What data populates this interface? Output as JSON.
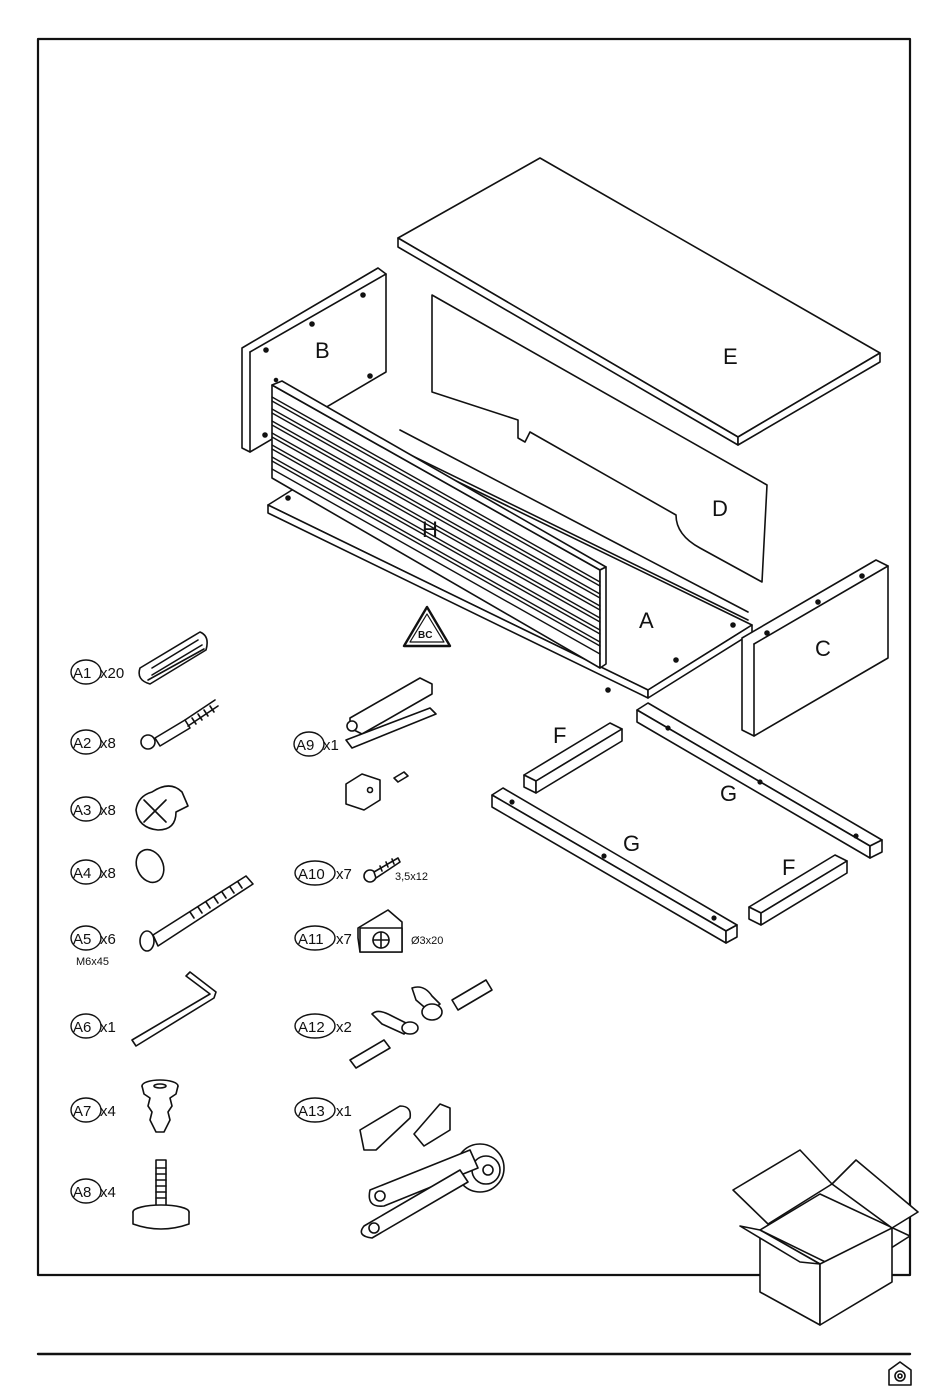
{
  "panels": {
    "A": "A",
    "B": "B",
    "C": "C",
    "D": "D",
    "E": "E",
    "F1": "F",
    "F2": "F",
    "G1": "G",
    "G2": "G",
    "H": "H"
  },
  "warning_badge": "BC",
  "hardware": [
    {
      "code": "A1",
      "qty": "x20"
    },
    {
      "code": "A2",
      "qty": "x8"
    },
    {
      "code": "A3",
      "qty": "x8"
    },
    {
      "code": "A4",
      "qty": "x8"
    },
    {
      "code": "A5",
      "qty": "x6",
      "spec": "M6x45"
    },
    {
      "code": "A6",
      "qty": "x1"
    },
    {
      "code": "A7",
      "qty": "x4"
    },
    {
      "code": "A8",
      "qty": "x4"
    },
    {
      "code": "A9",
      "qty": "x1"
    },
    {
      "code": "A10",
      "qty": "x7",
      "spec": "3,5x12"
    },
    {
      "code": "A11",
      "qty": "x7",
      "spec": "Ø3x20"
    },
    {
      "code": "A12",
      "qty": "x2"
    },
    {
      "code": "A13",
      "qty": "x1"
    }
  ],
  "icons": [
    "warning-triangle-icon",
    "open-box-icon",
    "logo-icon"
  ]
}
